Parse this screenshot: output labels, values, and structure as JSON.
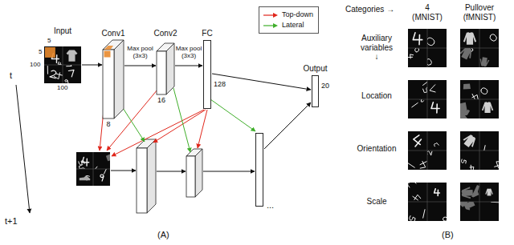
{
  "diagram": {
    "nodes": [
      {
        "text": [
          "Input"
        ]
      },
      {
        "text": [
          "Conv1",
          "8"
        ]
      },
      {
        "text": [
          "Conv2",
          "16"
        ]
      },
      {
        "text": [
          "FC",
          "128"
        ]
      },
      {
        "text": [
          "Output",
          "20"
        ]
      }
    ],
    "edges": [
      {
        "from": 0,
        "to": 1,
        "arrow": "to"
      },
      {
        "from": 1,
        "to": 2,
        "label": "Max pool (3x3)",
        "arrow": "to"
      },
      {
        "from": 2,
        "to": 3,
        "label": "Max pool (3x3)",
        "arrow": "to"
      },
      {
        "from": 3,
        "to": 4,
        "arrow": "to"
      }
    ],
    "labels": [
      "5",
      "5",
      "100",
      "100",
      "t",
      "t+1",
      "...",
      "(A)",
      "Categories →",
      "4 (MNIST)",
      "Pullover (fMNIST)",
      "Auxiliary variables ↓",
      "Location",
      "Orientation",
      "Scale",
      "(B)"
    ],
    "legend": [
      {
        "text": "Top-down"
      },
      {
        "text": "Lateral"
      }
    ]
  }
}
